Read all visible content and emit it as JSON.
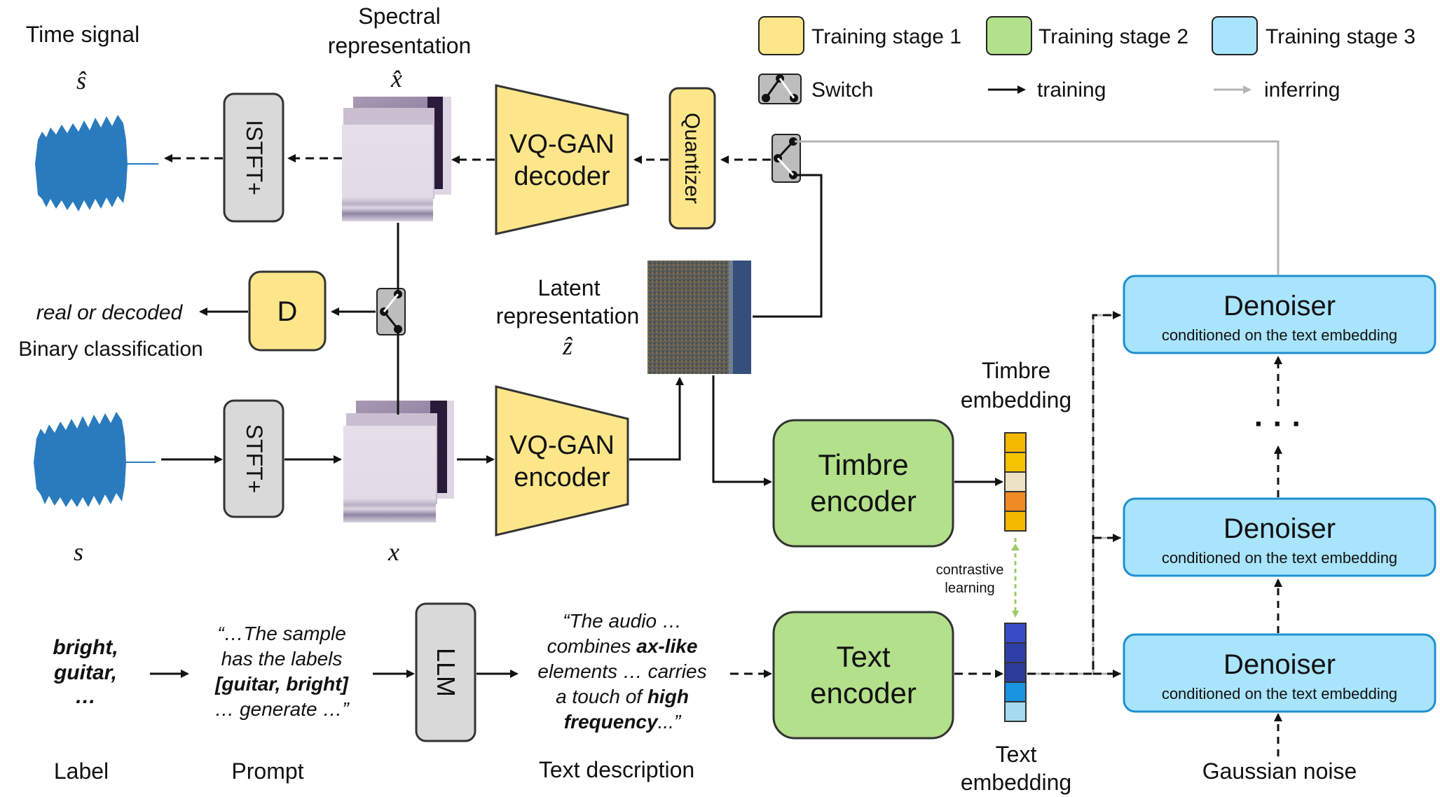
{
  "legend": {
    "stage1": "Training stage 1",
    "stage2": "Training stage 2",
    "stage3": "Training stage 3",
    "switch": "Switch",
    "training": "training",
    "inferring": "inferring"
  },
  "colors": {
    "stage1": "#fde68a",
    "stage2": "#b3e08a",
    "stage3": "#a8e4fb",
    "stage3_border": "#1f8fd0",
    "gray_box": "#d9d9d9",
    "waveform": "#2a7bbd"
  },
  "labels": {
    "time_signal": "Time signal",
    "s_hat": "ŝ",
    "s": "s",
    "spectral_line1": "Spectral",
    "spectral_line2": "representation",
    "x_hat": "x̂",
    "x": "x",
    "latent_line1": "Latent",
    "latent_line2": "representation",
    "z_hat": "ẑ",
    "real_or_decoded": "real or decoded",
    "binary_classification": "Binary classification",
    "timbre_embedding_line1": "Timbre",
    "timbre_embedding_line2": "embedding",
    "text_embedding_line1": "Text",
    "text_embedding_line2": "embedding",
    "contrastive_line1": "contrastive",
    "contrastive_line2": "learning",
    "label": "Label",
    "prompt": "Prompt",
    "text_description": "Text description",
    "gaussian_noise": "Gaussian noise",
    "ellipsis": "· · ·"
  },
  "blocks": {
    "istft": "ISTFT+",
    "stft": "STFT+",
    "vq_decoder_line1": "VQ-GAN",
    "vq_decoder_line2": "decoder",
    "vq_encoder_line1": "VQ-GAN",
    "vq_encoder_line2": "encoder",
    "quantizer": "Quantizer",
    "discriminator": "D",
    "timbre_encoder_line1": "Timbre",
    "timbre_encoder_line2": "encoder",
    "text_encoder_line1": "Text",
    "text_encoder_line2": "encoder",
    "llm": "LLM",
    "denoiser_title": "Denoiser",
    "denoiser_sub": "conditioned on the text embedding"
  },
  "label_words": {
    "line1": "bright,",
    "line2": "guitar,",
    "line3": "…"
  },
  "prompt_text": {
    "line1": "“…The sample",
    "line2": "has the labels",
    "line3": "[guitar, bright]",
    "line4": "… generate …”"
  },
  "description_text": {
    "line1": "“The audio …",
    "line2a": "combines ",
    "line2b": "ax-like",
    "line3": "elements … carries",
    "line4a": "a touch of ",
    "line4b": "high",
    "line5a": "frequency",
    "line5b": "...”"
  }
}
